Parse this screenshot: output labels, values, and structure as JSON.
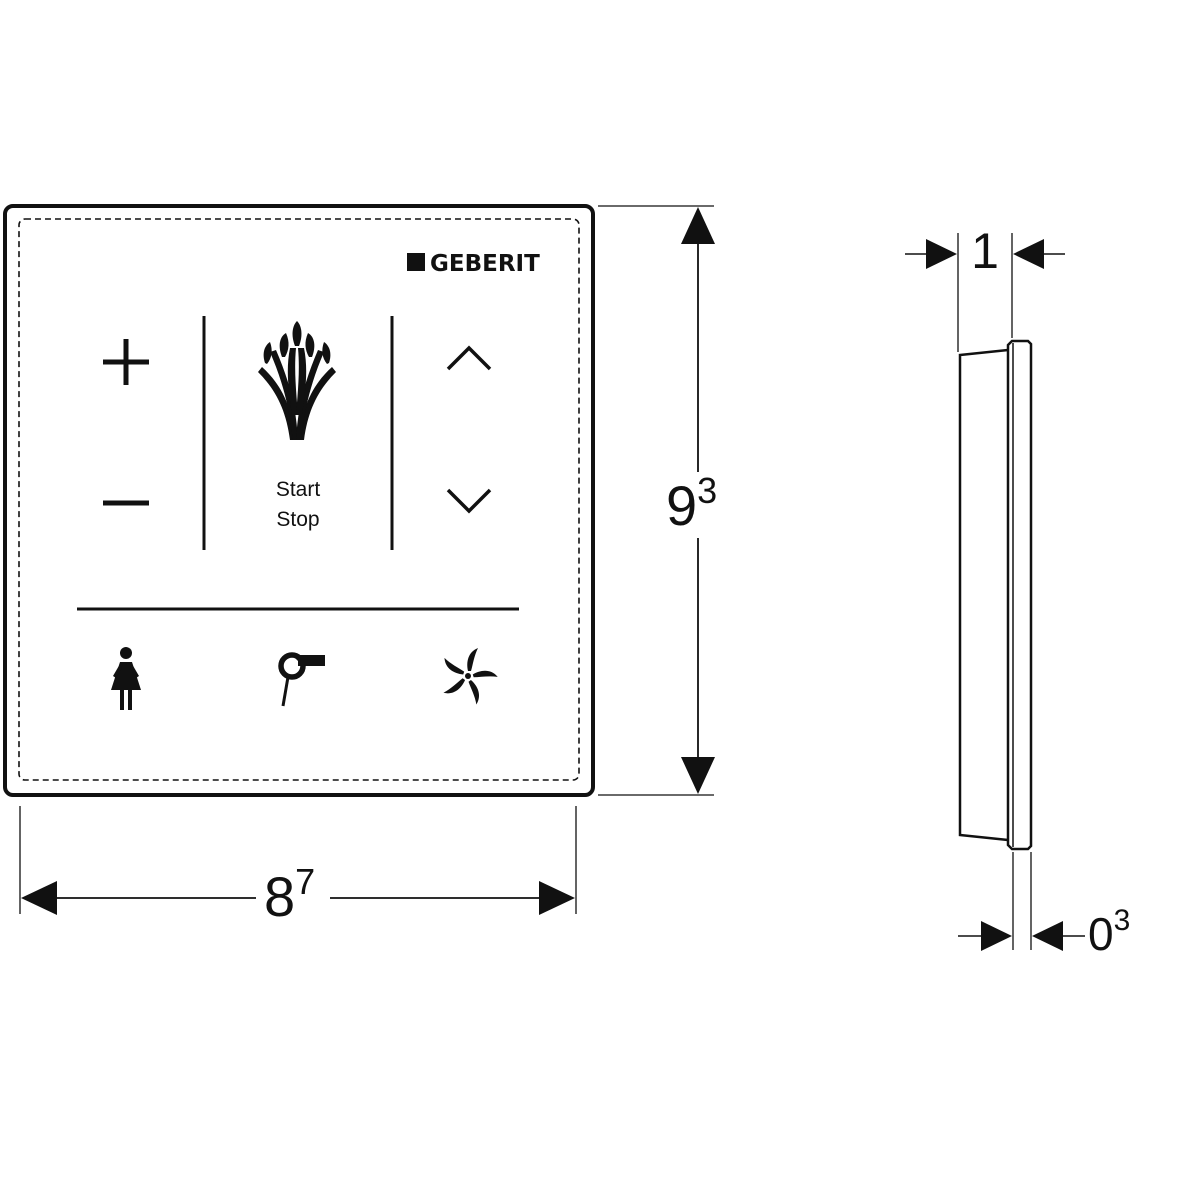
{
  "brand": {
    "logo_text": "GEBERIT"
  },
  "buttons": {
    "start_line1": "Start",
    "start_line2": "Stop"
  },
  "icons": {
    "increase": "plus-icon",
    "decrease": "minus-icon",
    "spray": "water-spray-icon",
    "up": "chevron-up-icon",
    "down": "chevron-down-icon",
    "lady_shower": "lady-shower-icon",
    "dryer": "dryer-icon",
    "fan": "fan-icon"
  },
  "dimensions": {
    "width": {
      "main": "8",
      "sup": "7"
    },
    "height": {
      "main": "9",
      "sup": "3"
    },
    "depth_total": "1",
    "depth_plate": {
      "main": "0",
      "sup": "3"
    }
  },
  "colors": {
    "ink": "#111111",
    "background": "#ffffff"
  }
}
